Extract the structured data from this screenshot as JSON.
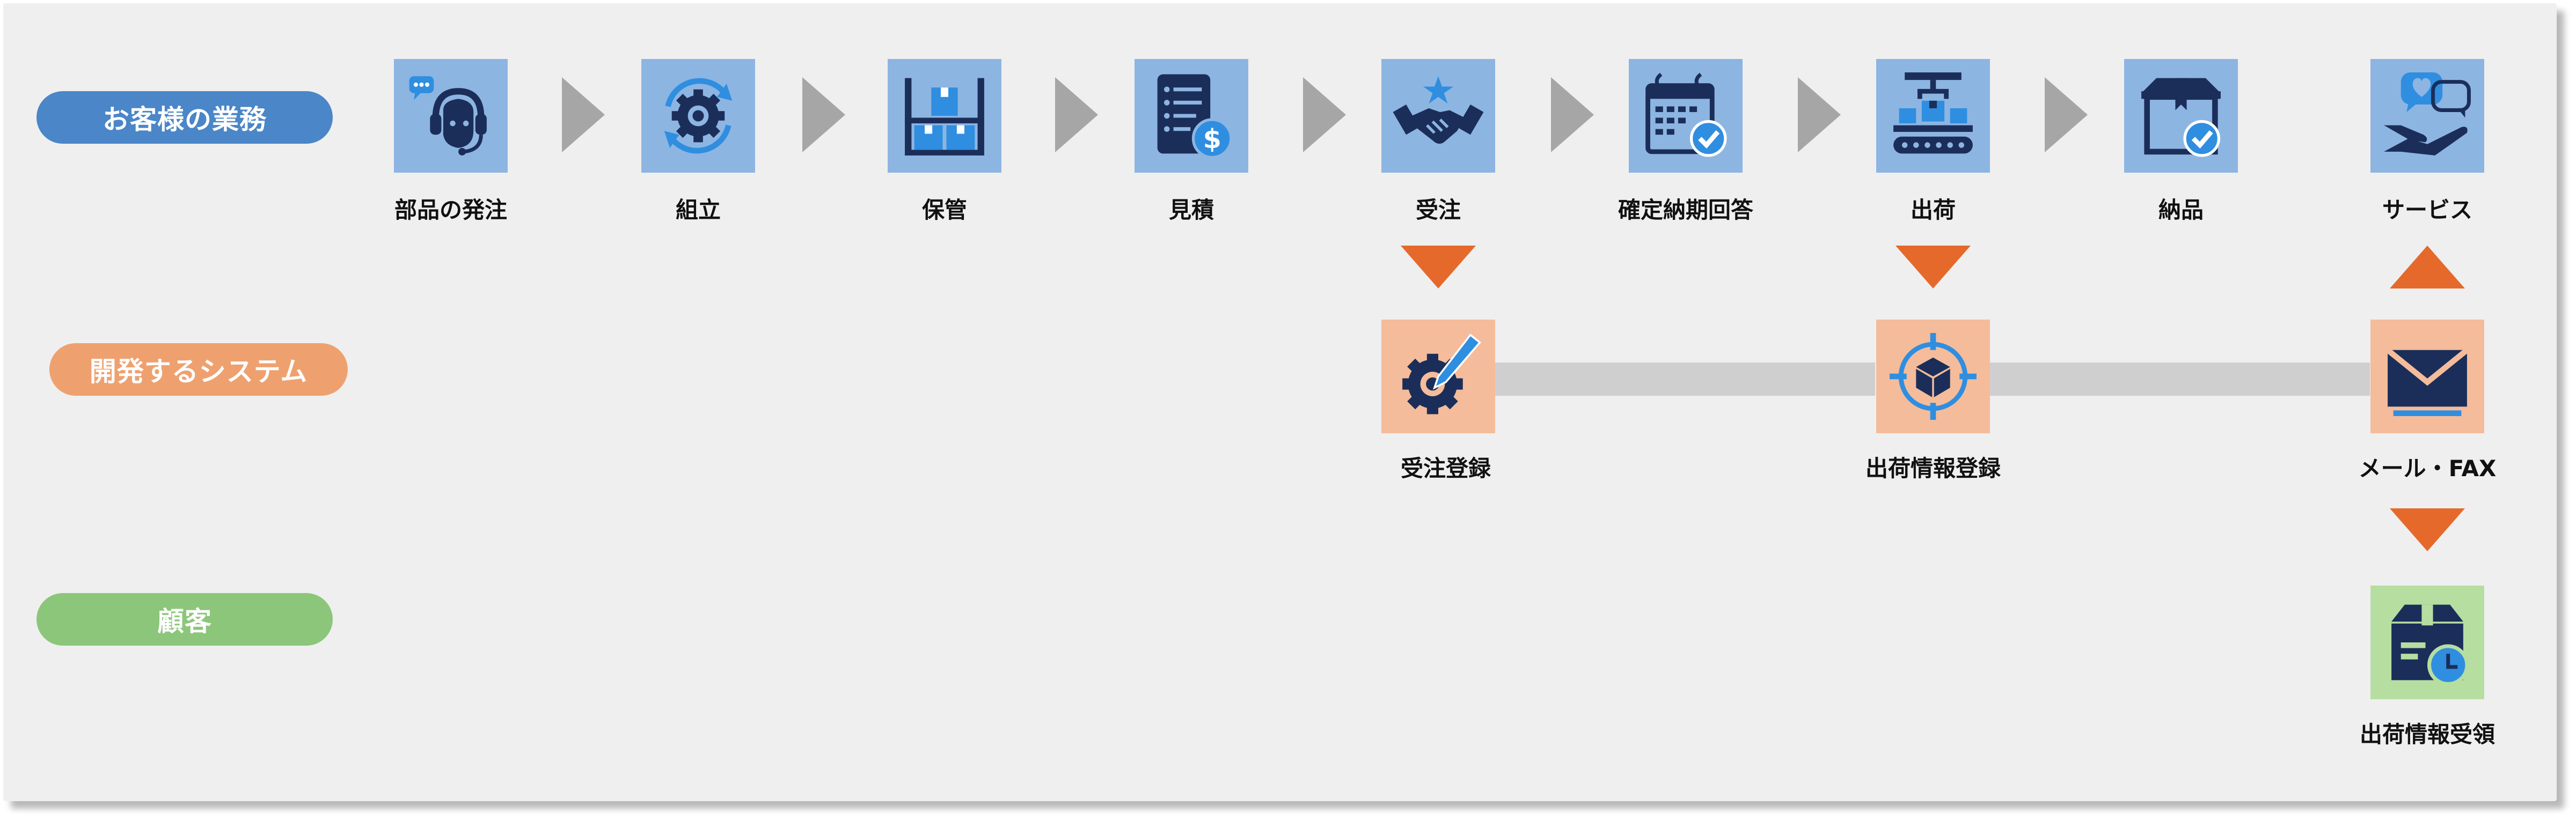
{
  "colors": {
    "accent_blue": "#4a86c8",
    "accent_orange": "#eea16f",
    "accent_green": "#8cc67a",
    "arrow_gray": "#a6a6a6",
    "arrow_orange": "#e5692b",
    "icon_navy": "#1b2e59",
    "icon_light_blue": "#2f8ee0"
  },
  "lanes": {
    "business": "お客様の業務",
    "system": "開発するシステム",
    "customer": "顧客"
  },
  "business_steps": [
    {
      "label": "部品の発注",
      "icon": "headset-support-icon"
    },
    {
      "label": "組立",
      "icon": "gear-cycle-icon"
    },
    {
      "label": "保管",
      "icon": "warehouse-shelf-icon"
    },
    {
      "label": "見積",
      "icon": "invoice-dollar-icon"
    },
    {
      "label": "受注",
      "icon": "handshake-star-icon"
    },
    {
      "label": "確定納期回答",
      "icon": "calendar-check-icon"
    },
    {
      "label": "出荷",
      "icon": "conveyor-box-icon"
    },
    {
      "label": "納品",
      "icon": "package-check-icon"
    },
    {
      "label": "サービス",
      "icon": "hand-heart-chat-icon"
    }
  ],
  "system_steps": [
    {
      "label": "受注登録",
      "icon": "gear-pen-icon"
    },
    {
      "label": "出荷情報登録",
      "icon": "target-box-icon"
    },
    {
      "label": "メール・FAX",
      "icon": "envelope-icon"
    }
  ],
  "customer_steps": [
    {
      "label": "出荷情報受領",
      "icon": "package-clock-icon"
    }
  ]
}
